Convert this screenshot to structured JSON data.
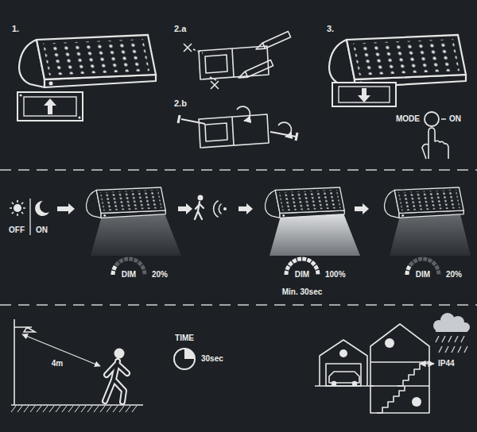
{
  "diagram": {
    "labels": [
      "1.",
      "2.a",
      "3.",
      "2.b",
      "MODE",
      "ON",
      "OFF",
      "ON",
      "DIM",
      "20%",
      "DIM",
      "100%",
      "Min. 30sec",
      "DIM",
      "20%",
      "TIME",
      "30sec",
      "4m",
      "IP44"
    ]
  }
}
